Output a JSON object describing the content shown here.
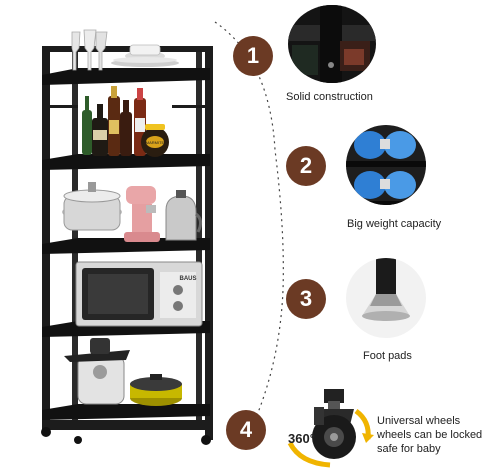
{
  "features": [
    {
      "number": "1",
      "caption": "Solid construction",
      "icon": "solid-construction-photo"
    },
    {
      "number": "2",
      "caption": "Big weight capacity",
      "icon": "weight-capacity-photo"
    },
    {
      "number": "3",
      "caption": "Foot pads",
      "icon": "foot-pad-photo"
    },
    {
      "number": "4",
      "caption_lines": [
        "Universal wheels",
        "wheels can be locked",
        "safe for baby"
      ],
      "badge_text": "360°",
      "icon": "universal-wheel-photo"
    }
  ],
  "microwave_brand": "BAUS",
  "marmite_label": "MARMITE",
  "colors": {
    "badge": "#6b3a24",
    "rack": "#1c1c1c",
    "text": "#222222"
  }
}
